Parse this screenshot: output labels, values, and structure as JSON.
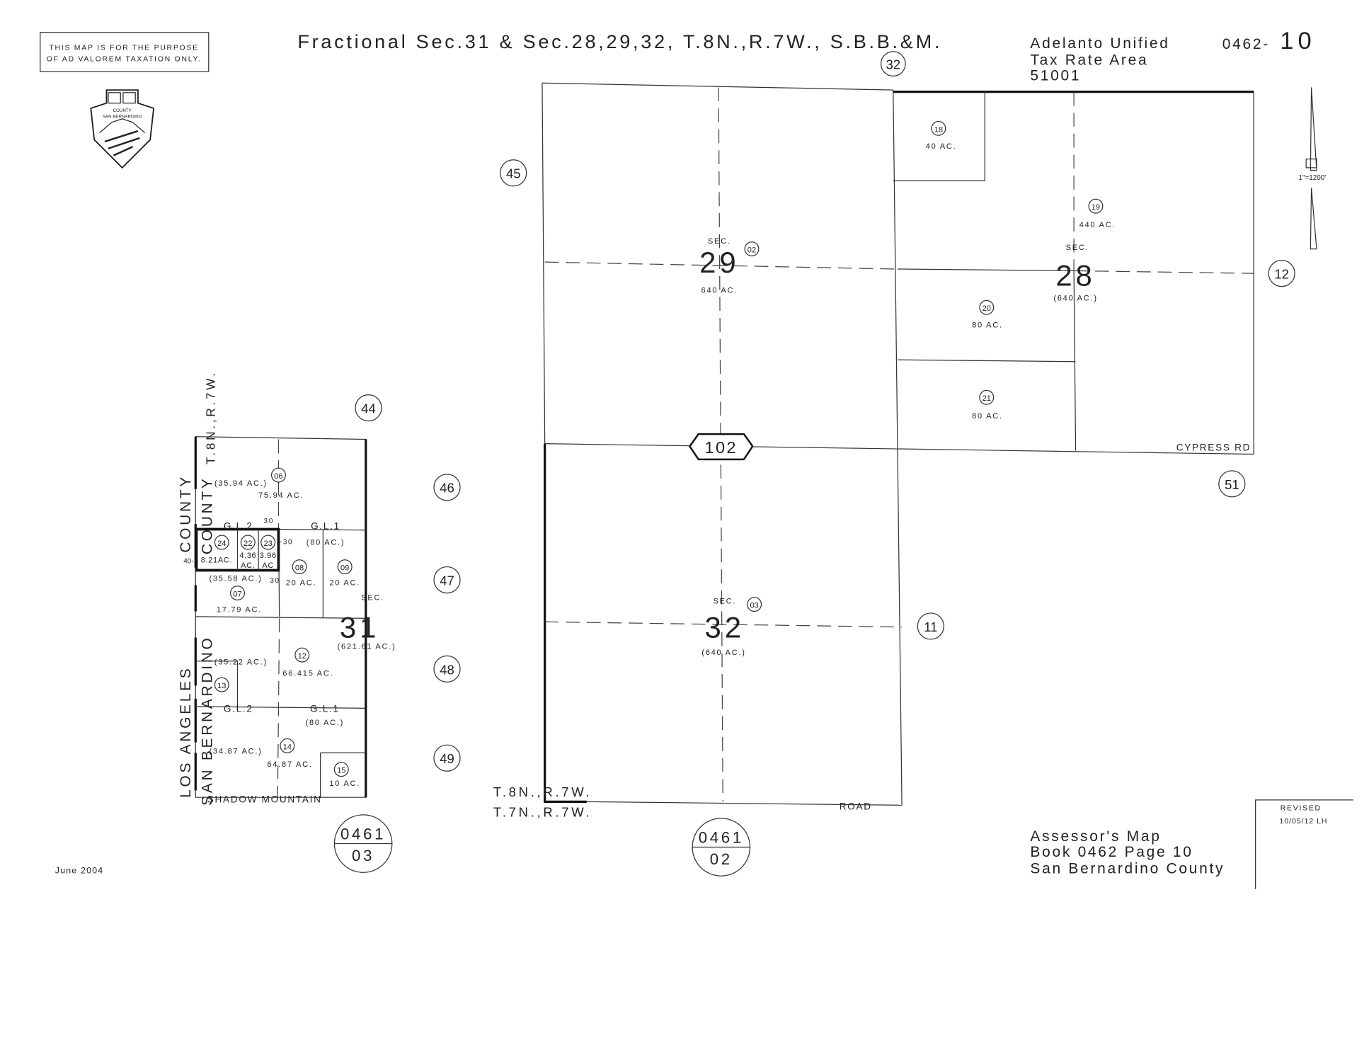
{
  "header": {
    "disclaimer": [
      "THIS MAP IS FOR THE PURPOSE",
      "OF AD VALOREM TAXATION ONLY."
    ],
    "seal_text": [
      "COUNTY",
      "SAN BERNARDINO"
    ],
    "title": "Fractional Sec.31 & Sec.28,29,32, T.8N.,R.7W., S.B.B.&M.",
    "tax_area": [
      "Adelanto Unified",
      "Tax Rate Area",
      "51001"
    ],
    "map_book": "0462-",
    "map_page": "10",
    "scale": "1\"=1200'"
  },
  "neighbors": {
    "n32": "32",
    "n45": "45",
    "n12": "12",
    "n51": "51",
    "n11": "11",
    "n44": "44",
    "n46": "46",
    "n47": "47",
    "n48": "48",
    "n49": "49"
  },
  "roads": {
    "route": "102",
    "cypress": "CYPRESS RD",
    "road": "ROAD",
    "shadow": "SHADOW MOUNTAIN"
  },
  "sections": {
    "sec_label": "SEC.",
    "s29": {
      "num": "29",
      "parcel": "02",
      "area": "640 AC."
    },
    "s28": {
      "num": "28",
      "area": "(640 AC.)"
    },
    "s32": {
      "num": "32",
      "parcel": "03",
      "area": "(640 AC.)"
    },
    "s31": {
      "num": "31",
      "area": "(621.61 AC.)"
    }
  },
  "parcels": {
    "p18": {
      "id": "18",
      "area": "40 AC."
    },
    "p19": {
      "id": "19",
      "area": "440 AC."
    },
    "p20": {
      "id": "20",
      "area": "80 AC."
    },
    "p21": {
      "id": "21",
      "area": "80 AC."
    },
    "p06": {
      "id": "06",
      "area": "75.94 AC.",
      "sub": "(35.94 AC.)"
    },
    "p24": {
      "id": "24",
      "area": "8.21AC."
    },
    "p22": {
      "id": "22",
      "area": [
        "4.36",
        "AC."
      ]
    },
    "p23": {
      "id": "23",
      "area": [
        "3.96",
        "AC"
      ]
    },
    "p07": {
      "id": "07",
      "area": "17.79 AC.",
      "sub": "(35.58 AC.)"
    },
    "p08": {
      "id": "08",
      "area": "20 AC."
    },
    "p09": {
      "id": "09",
      "area": "20 AC."
    },
    "p12": {
      "id": "12",
      "area": "66.415 AC.",
      "sub": "(35.22 AC.)"
    },
    "p13": {
      "id": "13"
    },
    "p14": {
      "id": "14",
      "area": "64.87 AC.",
      "sub": "(34.87 AC.)"
    },
    "p15": {
      "id": "15",
      "area": "10 AC."
    }
  },
  "lots": {
    "gl1": "G.L.1",
    "gl2": "G.L.2",
    "gl1_area": "(80 AC.)",
    "dim30": "30",
    "dim_30": "-30",
    "dim40": "40-"
  },
  "county": {
    "county": "COUNTY",
    "county2": "COUNTY",
    "township": "T.8N.,R.7W.",
    "la": "LOS ANGELES",
    "sb": "SAN BERNARDINO"
  },
  "township_lines": [
    "T.8N.,R.7W.",
    "T.7N.,R.7W."
  ],
  "page_refs": {
    "left": {
      "book": "0461",
      "page": "03"
    },
    "center": {
      "book": "0461",
      "page": "02"
    }
  },
  "footer": {
    "assessor": [
      "Assessor's Map",
      "Book 0462 Page 10",
      "San Bernardino County"
    ],
    "revised_label": "REVISED",
    "revised_date": "10/05/12 LH",
    "date": "June 2004"
  }
}
